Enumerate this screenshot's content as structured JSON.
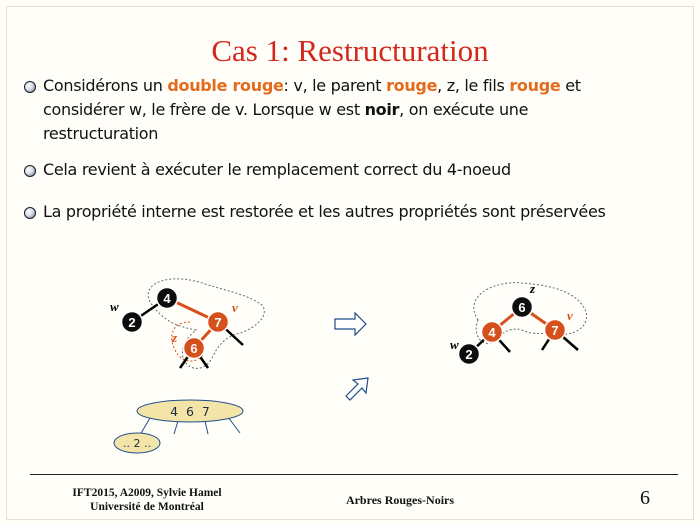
{
  "slide": {
    "title": "Cas 1: Restructuration",
    "bullets": [
      {
        "parts": [
          {
            "text": "Considérons un ",
            "style": "normal"
          },
          {
            "text": "double rouge",
            "style": "red"
          },
          {
            "text": ": v, le parent ",
            "style": "normal"
          },
          {
            "text": "rouge",
            "style": "red"
          },
          {
            "text": ", z,  le fils ",
            "style": "normal"
          },
          {
            "text": "rouge",
            "style": "red"
          },
          {
            "text": " et considérer w, le frère de v. Lorsque w est ",
            "style": "normal"
          },
          {
            "text": "noir",
            "style": "bold"
          },
          {
            "text": ", on exécute une restructuration",
            "style": "normal"
          }
        ]
      },
      {
        "parts": [
          {
            "text": "Cela revient à exécuter le remplacement correct du 4-noeud",
            "style": "normal"
          }
        ]
      },
      {
        "parts": [
          {
            "text": "La propriété interne est restorée et les autres propriétés sont préservées",
            "style": "normal"
          }
        ]
      }
    ]
  },
  "diagram": {
    "left_tree": {
      "nodes": [
        {
          "key": "4",
          "color": "black"
        },
        {
          "key": "2",
          "color": "black"
        },
        {
          "key": "7",
          "color": "red"
        },
        {
          "key": "6",
          "color": "red"
        }
      ],
      "labels": {
        "w": "w",
        "v": "v",
        "z": "z"
      }
    },
    "right_tree": {
      "nodes": [
        {
          "key": "6",
          "color": "black"
        },
        {
          "key": "4",
          "color": "red"
        },
        {
          "key": "7",
          "color": "red"
        },
        {
          "key": "2",
          "color": "black"
        }
      ],
      "labels": {
        "z": "z",
        "v": "v",
        "w": "w"
      }
    },
    "four_node": "4  6  7",
    "small_node": ".. 2 ..",
    "colors": {
      "red_node": "#d6501c",
      "black_node": "#0d0d0d",
      "oval_fill": "#f3e5a7",
      "edge_red": "#d6501c",
      "edge_blue": "#1f4e8c"
    }
  },
  "footer": {
    "course_line1": "IFT2015,  A2009, Sylvie Hamel",
    "course_line2": "Université de Montréal",
    "topic": "Arbres Rouges-Noirs",
    "page": "6"
  }
}
